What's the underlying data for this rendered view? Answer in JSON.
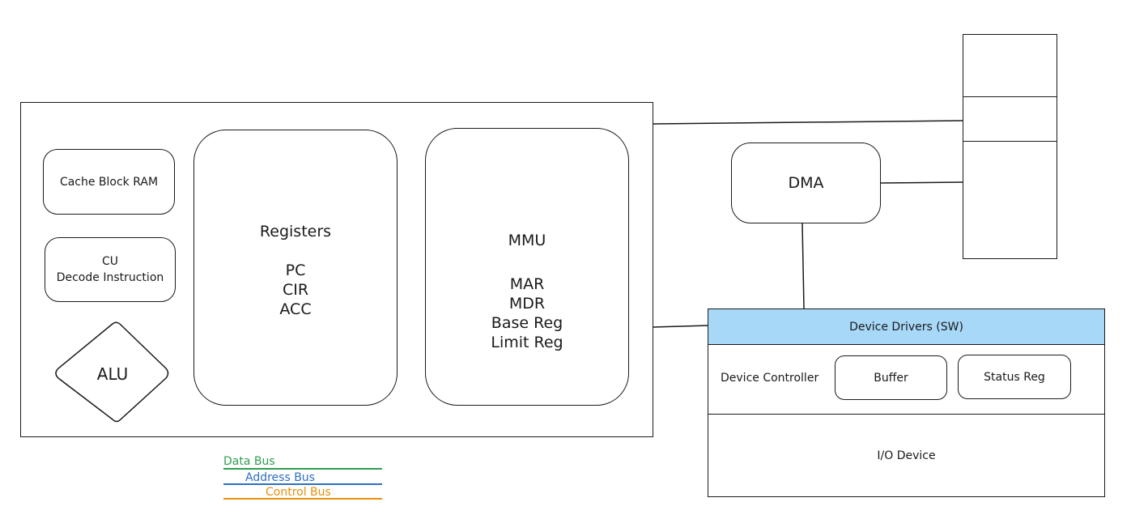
{
  "cpu": {
    "cache": "Cache Block RAM",
    "cu": [
      "CU",
      "Decode Instruction"
    ],
    "alu": "ALU",
    "registers": {
      "title": "Registers",
      "items": [
        "PC",
        "CIR",
        "ACC"
      ]
    },
    "mmu": {
      "title": "MMU",
      "items": [
        "MAR",
        "MDR",
        "Base Reg",
        "Limit Reg"
      ]
    }
  },
  "dma": "DMA",
  "io": {
    "drivers": "Device Drivers (SW)",
    "controller": "Device Controller",
    "buffer": "Buffer",
    "status_reg": "Status Reg",
    "device": "I/O Device"
  },
  "legend": {
    "data_bus": "Data Bus",
    "address_bus": "Address Bus",
    "control_bus": "Control Bus"
  },
  "colors": {
    "data_bus": "#2e9e4f",
    "address_bus": "#2d6fc2",
    "control_bus": "#e8900c",
    "drivers_fill": "#a7d8f8"
  }
}
